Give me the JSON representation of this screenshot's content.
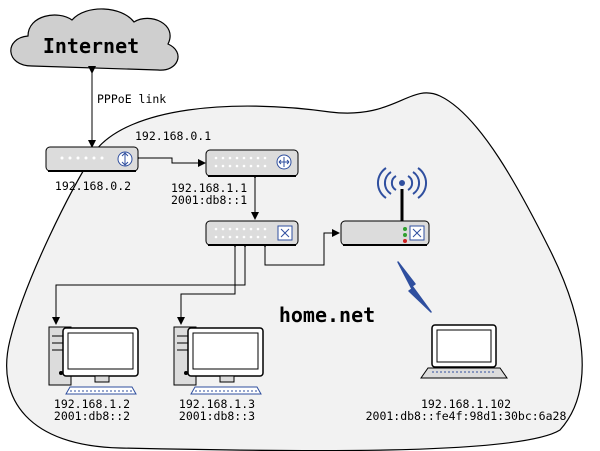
{
  "cloud": {
    "label": "Internet"
  },
  "links": {
    "pppoe": "PPPoE link"
  },
  "domain_label": "home.net",
  "devices": {
    "modem": {
      "ip4": "192.168.0.2"
    },
    "router": {
      "wan_ip": "192.168.0.1",
      "ip4": "192.168.1.1",
      "ip6": "2001:db8::1"
    },
    "pc1": {
      "ip4": "192.168.1.2",
      "ip6": "2001:db8::2"
    },
    "pc2": {
      "ip4": "192.168.1.3",
      "ip6": "2001:db8::3"
    },
    "laptop": {
      "ip4": "192.168.1.102",
      "ip6": "2001:db8::fe4f:98d1:30bc:6a28"
    }
  },
  "colors": {
    "home_fill": "#f2f2f2",
    "cloud_fill": "#cfcfcf",
    "device_fill": "#dcdcdc",
    "wifi_blue": "#2f4f9f",
    "led_green": "#2fa02f",
    "led_red": "#d02020"
  }
}
